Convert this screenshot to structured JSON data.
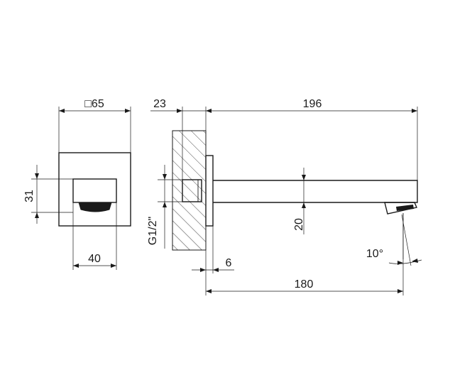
{
  "dimensions": {
    "square_size": "□65",
    "front_height": "31",
    "front_width": "40",
    "wall_thickness": "23",
    "total_length": "196",
    "thread": "G1/2\"",
    "spout_height": "20",
    "flange": "6",
    "spout_reach": "180",
    "outlet_angle": "10°"
  },
  "colors": {
    "ink": "#1a1a1a",
    "background": "#ffffff"
  }
}
